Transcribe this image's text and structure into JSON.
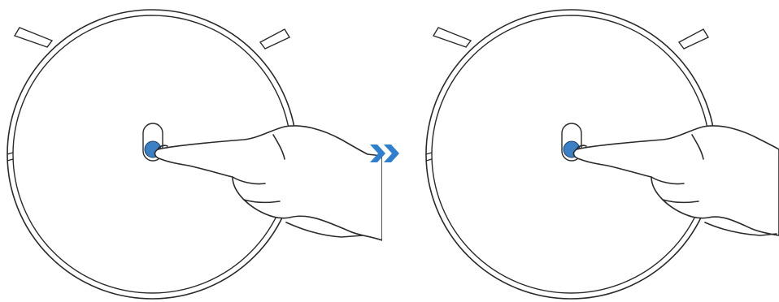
{
  "colors": {
    "line": "#2a2a2a",
    "button_fill": "#3b7fc4",
    "arrow": "#2f7fd1",
    "background": "#ffffff"
  },
  "steps": [
    {
      "id": "step-1",
      "device": "robot-vacuum-top-view",
      "action": "press-button",
      "button_state": "pressed",
      "icons": [
        "robot-vacuum-icon",
        "hand-icon",
        "button-icon"
      ]
    },
    {
      "id": "step-2",
      "device": "robot-vacuum-top-view",
      "action": "press-button",
      "button_state": "pressed",
      "icons": [
        "robot-vacuum-icon",
        "hand-icon",
        "button-icon"
      ]
    }
  ],
  "connector": {
    "icon": "double-chevron-right-icon",
    "meaning": "then"
  }
}
